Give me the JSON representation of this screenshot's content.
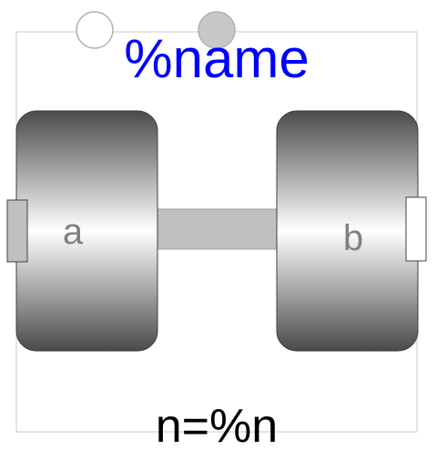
{
  "title": "%name",
  "parameter_text": "n=%n",
  "wheel_left_label": "a",
  "wheel_right_label": "b",
  "colors": {
    "title": "#0000ff",
    "wheel_label": "#808080",
    "parameter": "#000000",
    "frame": "#c8c8c8",
    "shaft": "#c0c0c0",
    "flange_left": "#c0c0c0",
    "flange_right": "#ffffff",
    "connector_outline": "#b0b0b0",
    "connector_fill_left": "#ffffff",
    "connector_fill_right": "#c8c8c8"
  },
  "icons": {
    "connector_left": "circle-outline-icon",
    "connector_right": "circle-filled-icon"
  }
}
